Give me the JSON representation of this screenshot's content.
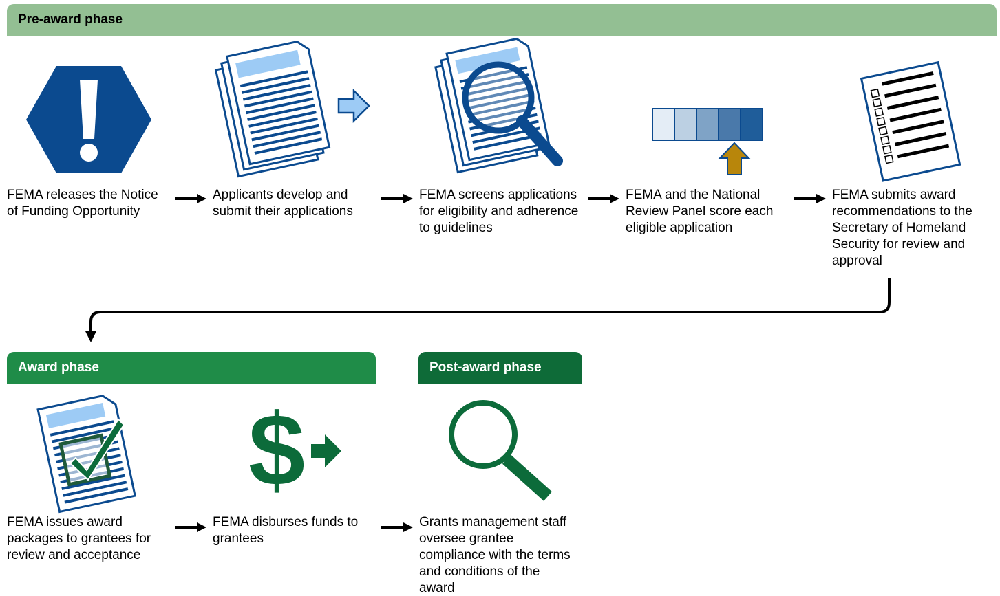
{
  "phases": {
    "preaward": "Pre-award phase",
    "award": "Award phase",
    "postaward": "Post-award phase"
  },
  "steps": [
    {
      "text": "FEMA releases the Notice of Funding Opportunity",
      "icon": "warning-hexagon-icon"
    },
    {
      "text": "Applicants develop and submit their applications",
      "icon": "documents-submit-icon"
    },
    {
      "text": "FEMA screens applications for eligibility and adherence to guidelines",
      "icon": "magnifier-documents-icon"
    },
    {
      "text": "FEMA and the National Review Panel score each eligible application",
      "icon": "score-scale-icon"
    },
    {
      "text": "FEMA submits award recommendations to the Secretary of Homeland Security for review and approval",
      "icon": "checklist-icon"
    },
    {
      "text": "FEMA issues award packages to grantees for review and acceptance",
      "icon": "approved-document-icon"
    },
    {
      "text": "FEMA disburses funds to grantees",
      "icon": "dollar-arrow-icon"
    },
    {
      "text": "Grants management staff oversee grantee compliance with the terms and conditions of the award",
      "icon": "magnifying-glass-icon"
    }
  ],
  "colors": {
    "preaward": "#93bf93",
    "award": "#1f8c48",
    "postaward": "#0e6b38",
    "fema_blue": "#0b4a8f",
    "light_blue": "#9dcbf5",
    "gold": "#b8860b",
    "dark_green": "#0c6b3a"
  }
}
